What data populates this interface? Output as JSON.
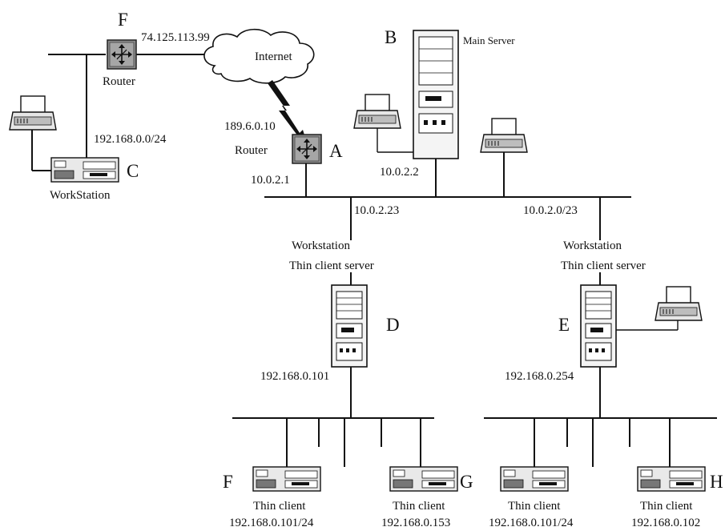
{
  "nodes": {
    "router_f": {
      "letter": "F",
      "ip": "74.125.113.99",
      "caption": "Router"
    },
    "internet": {
      "label": "Internet"
    },
    "router_a": {
      "letter": "A",
      "ip": "189.6.0.10",
      "caption": "Router",
      "lan_ip": "10.0.2.1"
    },
    "main_server": {
      "letter": "B",
      "caption": "Main Server",
      "ip": "10.0.2.2"
    },
    "workstation_c": {
      "letter": "C",
      "caption": "WorkStation",
      "net": "192.168.0.0/24"
    },
    "backbone": {
      "ip_d": "10.0.2.23",
      "net": "10.0.2.0/23"
    },
    "server_d": {
      "letter": "D",
      "caption_1": "Workstation",
      "caption_2": "Thin client server",
      "ip": "192.168.0.101"
    },
    "server_e": {
      "letter": "E",
      "caption_1": "Workstation",
      "caption_2": "Thin client server",
      "ip": "192.168.0.254"
    },
    "client_f": {
      "letter": "F",
      "caption": "Thin client",
      "ip": "192.168.0.101/24"
    },
    "client_g": {
      "letter": "G",
      "caption": "Thin client",
      "ip": "192.168.0.153"
    },
    "client_e1": {
      "caption": "Thin client",
      "ip": "192.168.0.101/24"
    },
    "client_h": {
      "letter": "H",
      "caption": "Thin client",
      "ip": "192.168.0.102"
    }
  }
}
